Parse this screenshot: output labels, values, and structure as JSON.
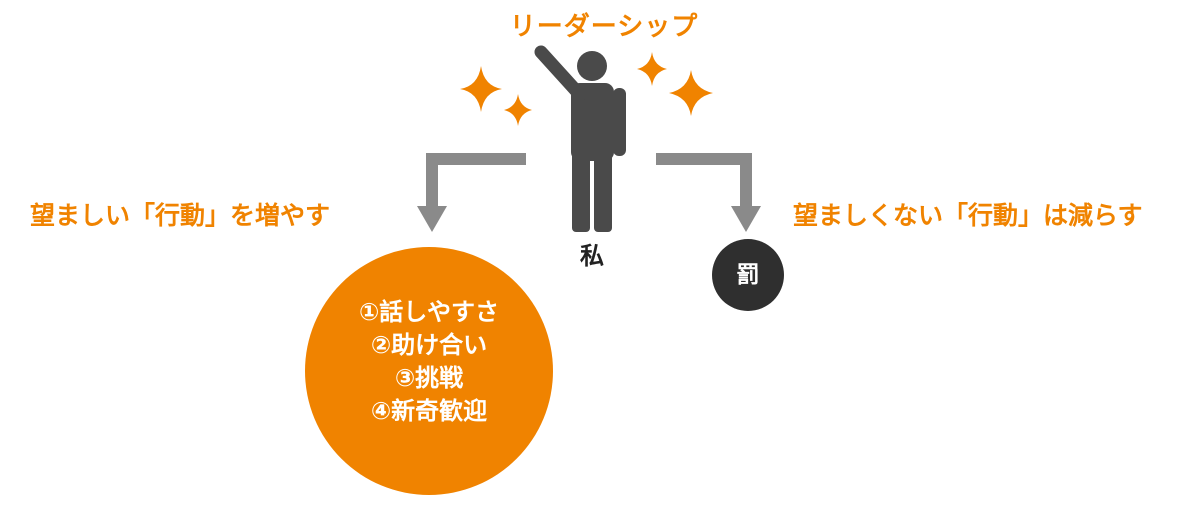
{
  "diagram": {
    "title": "リーダーシップ",
    "person_label": "私",
    "left_branch": {
      "label": "望ましい「行動」を増やす",
      "items": [
        "①話しやすさ",
        "②助け合い",
        "③挑戦",
        "④新奇歓迎"
      ]
    },
    "right_branch": {
      "label": "望ましくない「行動」は減らす",
      "circle_label": "罰"
    }
  },
  "colors": {
    "accent": "#f08300",
    "person": "#4a4a4a",
    "arrow": "#8a8a8a",
    "punish_circle": "#2f2f2f"
  },
  "icons": [
    "person-raising-hand-icon",
    "sparkle-icon",
    "arrow-down-left-icon",
    "arrow-down-right-icon"
  ]
}
